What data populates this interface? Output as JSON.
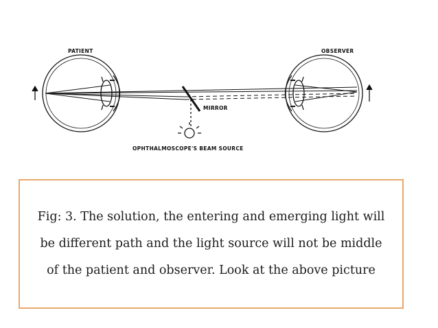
{
  "diagram": {
    "labels": {
      "patient": "PATIENT",
      "observer": "OBSERVER",
      "mirror": "MIRROR",
      "source": "OPHTHALMOSCOPE'S BEAM SOURCE"
    }
  },
  "caption": {
    "text": "Fig: 3. The solution, the entering and emerging light will be different path and the light source will not be middle of the patient and observer. Look at the above picture"
  }
}
